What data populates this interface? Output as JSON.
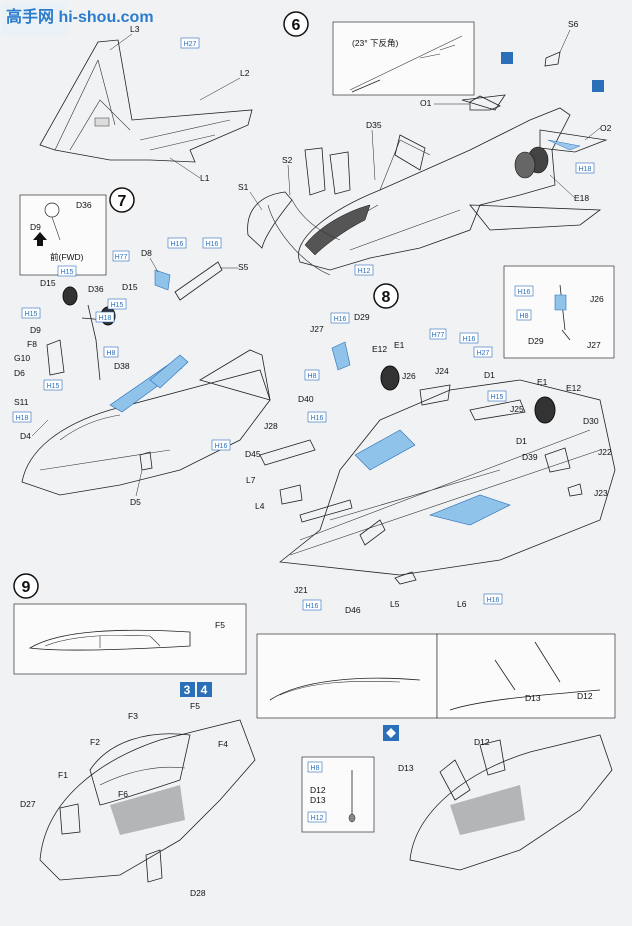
{
  "watermark": "高手网 hi-shou.com",
  "steps": [
    {
      "number": "6"
    },
    {
      "number": "7"
    },
    {
      "number": "8"
    },
    {
      "number": "9"
    }
  ],
  "step6": {
    "inset_note": "(23° 下反角)",
    "parts": [
      "L3",
      "L2",
      "L1",
      "S6",
      "O1",
      "O2",
      "D35",
      "S2",
      "S1",
      "E18"
    ],
    "tags": [
      "H27",
      "H18",
      "H12"
    ]
  },
  "step7": {
    "inset_label": "前(FWD)",
    "inset_parts": [
      "D36",
      "D9"
    ],
    "parts": [
      "D8",
      "S5",
      "D15",
      "D36",
      "D15",
      "D9",
      "F8",
      "G10",
      "D6",
      "S11",
      "D4",
      "D5",
      "D38"
    ],
    "tags": [
      "H77",
      "H16",
      "H16",
      "H15",
      "H15",
      "H8",
      "H18",
      "H15",
      "H15",
      "H18",
      "H16"
    ]
  },
  "step8": {
    "inset_parts": [
      "J26",
      "D29",
      "J27"
    ],
    "inset_tags": [
      "H16",
      "H8"
    ],
    "parts": [
      "J27",
      "D29",
      "E12",
      "E1",
      "J26",
      "J24",
      "D1",
      "D40",
      "J28",
      "D45",
      "L7",
      "L4",
      "J25",
      "E1",
      "E12",
      "D30",
      "D1",
      "D39",
      "J22",
      "J23",
      "J21",
      "D46",
      "L5",
      "L6"
    ],
    "tags": [
      "H16",
      "H77",
      "H16",
      "H27",
      "H8",
      "H16",
      "H15",
      "H16",
      "H16"
    ]
  },
  "step9": {
    "parts": [
      "F5",
      "F5",
      "F3",
      "F2",
      "F4",
      "F1",
      "F6",
      "D27",
      "D28",
      "D13",
      "D12",
      "D12",
      "D13",
      "D12",
      "D13"
    ],
    "tags": [
      "H8",
      "H12"
    ],
    "badges": [
      "3",
      "4"
    ]
  }
}
